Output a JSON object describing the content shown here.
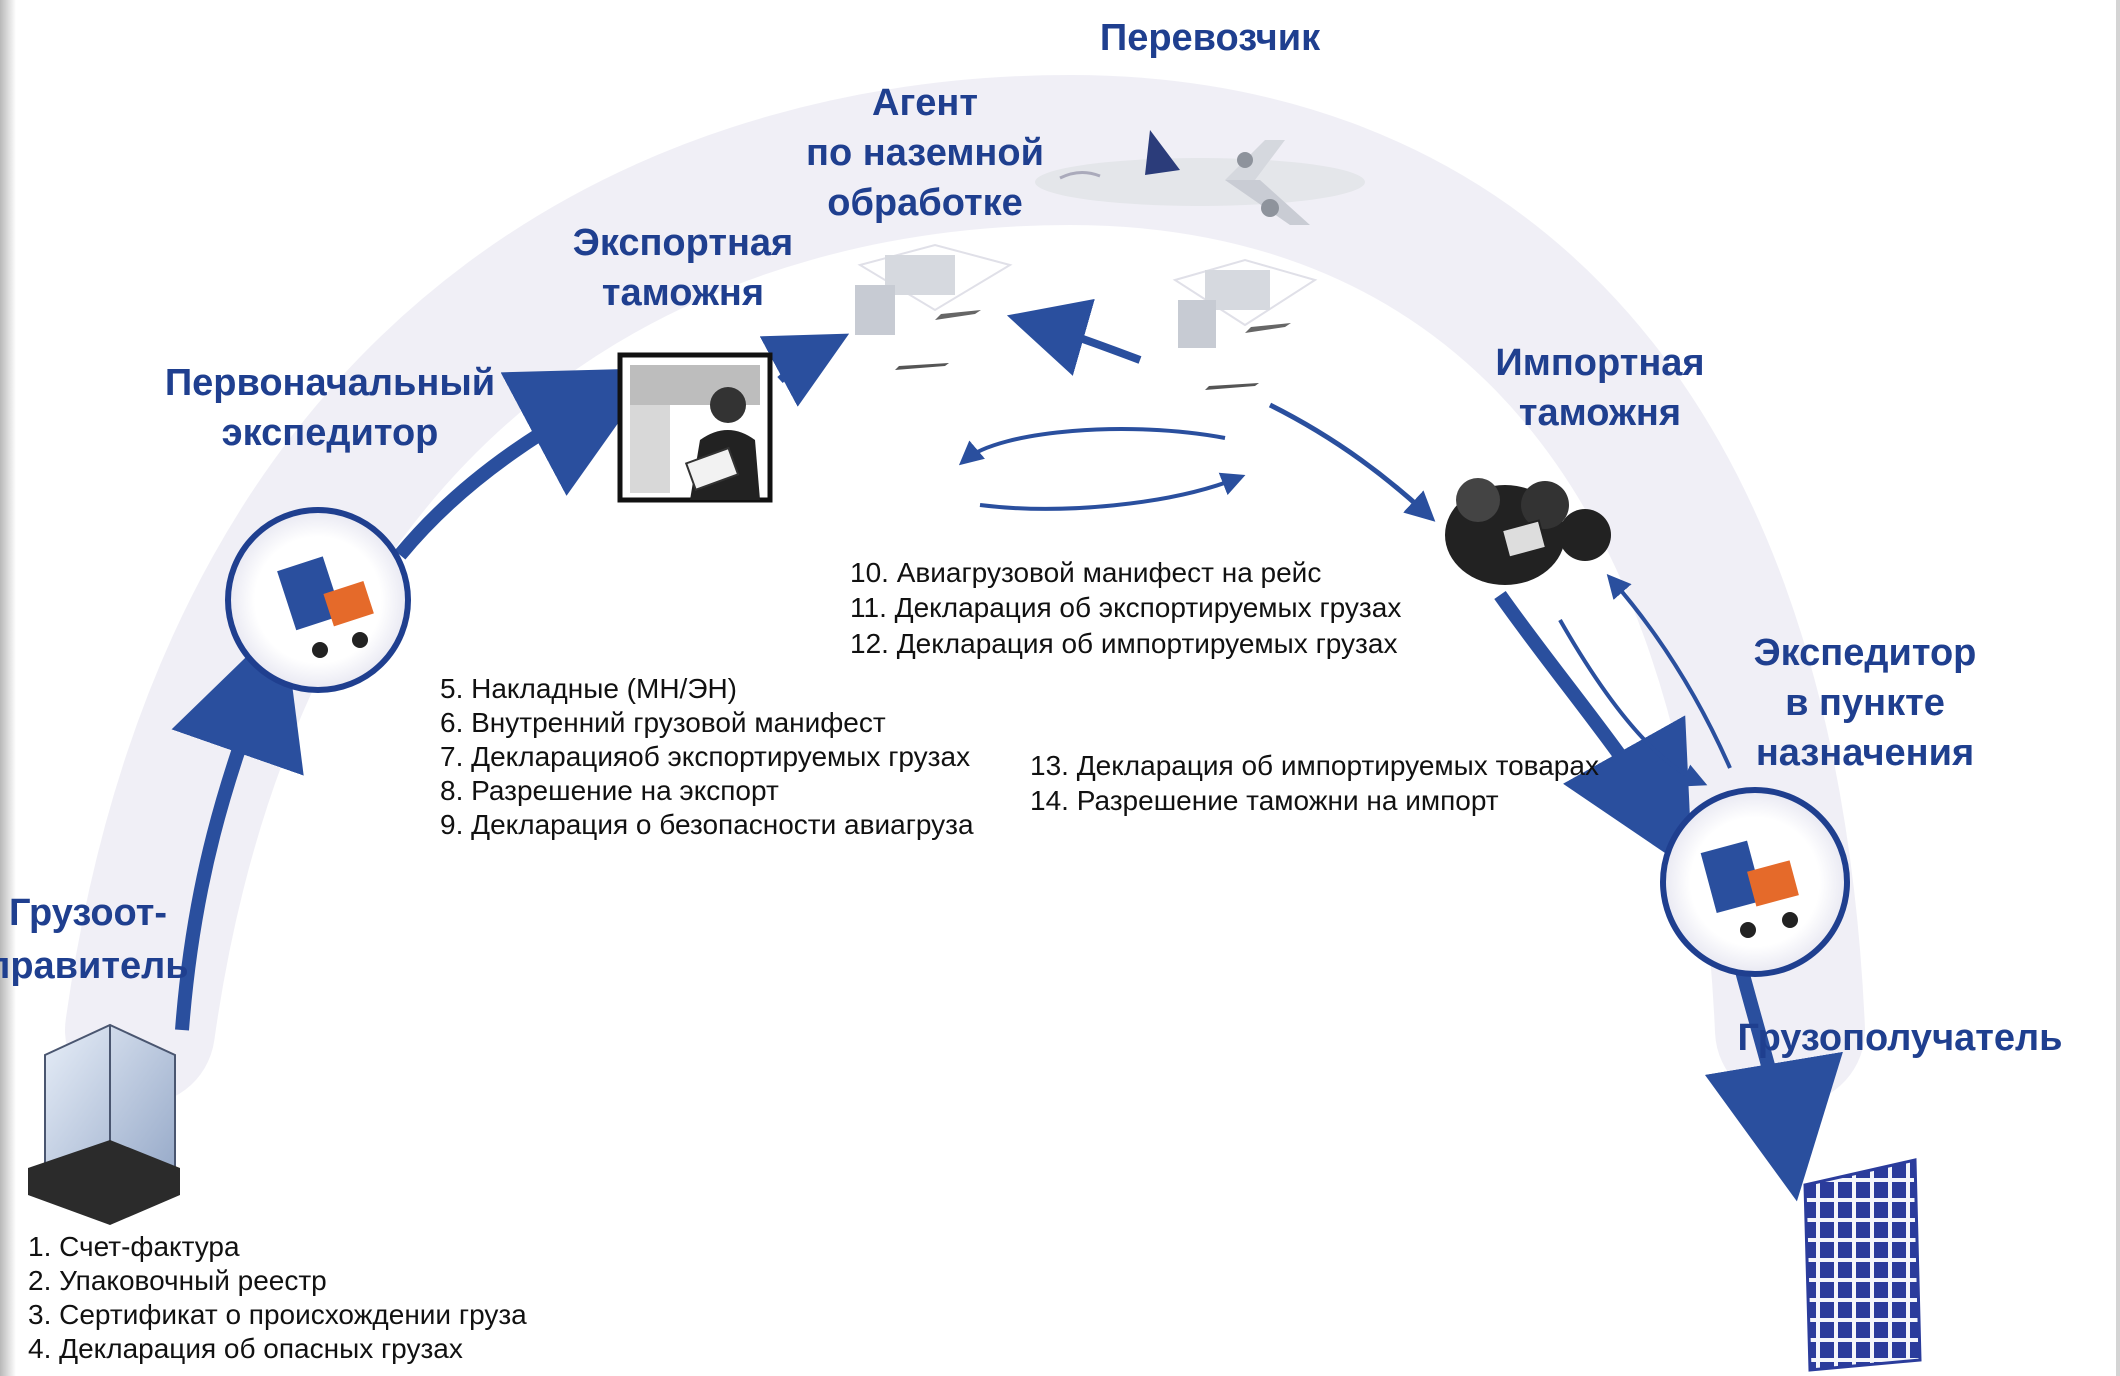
{
  "nodes": {
    "carrier": [
      "Перевозчик"
    ],
    "ground_agent": [
      "Агент",
      "по наземной",
      "обработке"
    ],
    "export_customs": [
      "Экспортная",
      "таможня"
    ],
    "initial_forwarder": [
      "Первоначальный",
      "экспедитор"
    ],
    "import_customs": [
      "Импортная",
      "таможня"
    ],
    "destination_forwarder": [
      "Экспедитор",
      "в пункте",
      "назначения"
    ],
    "shipper": [
      "Грузоот-",
      "правитель"
    ],
    "consignee": [
      "Грузополучатель"
    ]
  },
  "documents": {
    "shipper_docs": [
      "1. Счет-фактура",
      "2. Упаковочный реестр",
      "3. Сертификат о происхождении груза",
      "4. Декларация об опасных грузах"
    ],
    "forwarder_docs": [
      "5. Накладные (МН/ЭН)",
      "6. Внутренний грузовой манифест",
      "7. Декларацияоб экспортируемых грузах",
      "8. Разрешение на экспорт",
      "9. Декларация о безопасности авиагруза"
    ],
    "flight_docs": [
      "10. Авиагрузовой манифест на рейс",
      "11. Декларация об экспортируемых грузах",
      "12. Декларация об импортируемых грузах"
    ],
    "import_docs": [
      "13. Декларация об импортируемых товарах",
      "14. Разрешение таможни на импорт"
    ]
  },
  "colors": {
    "label": "#1f3f8f",
    "arrow": "#2a4f9e",
    "arc_band": "#ecebf4",
    "text": "#111111"
  }
}
